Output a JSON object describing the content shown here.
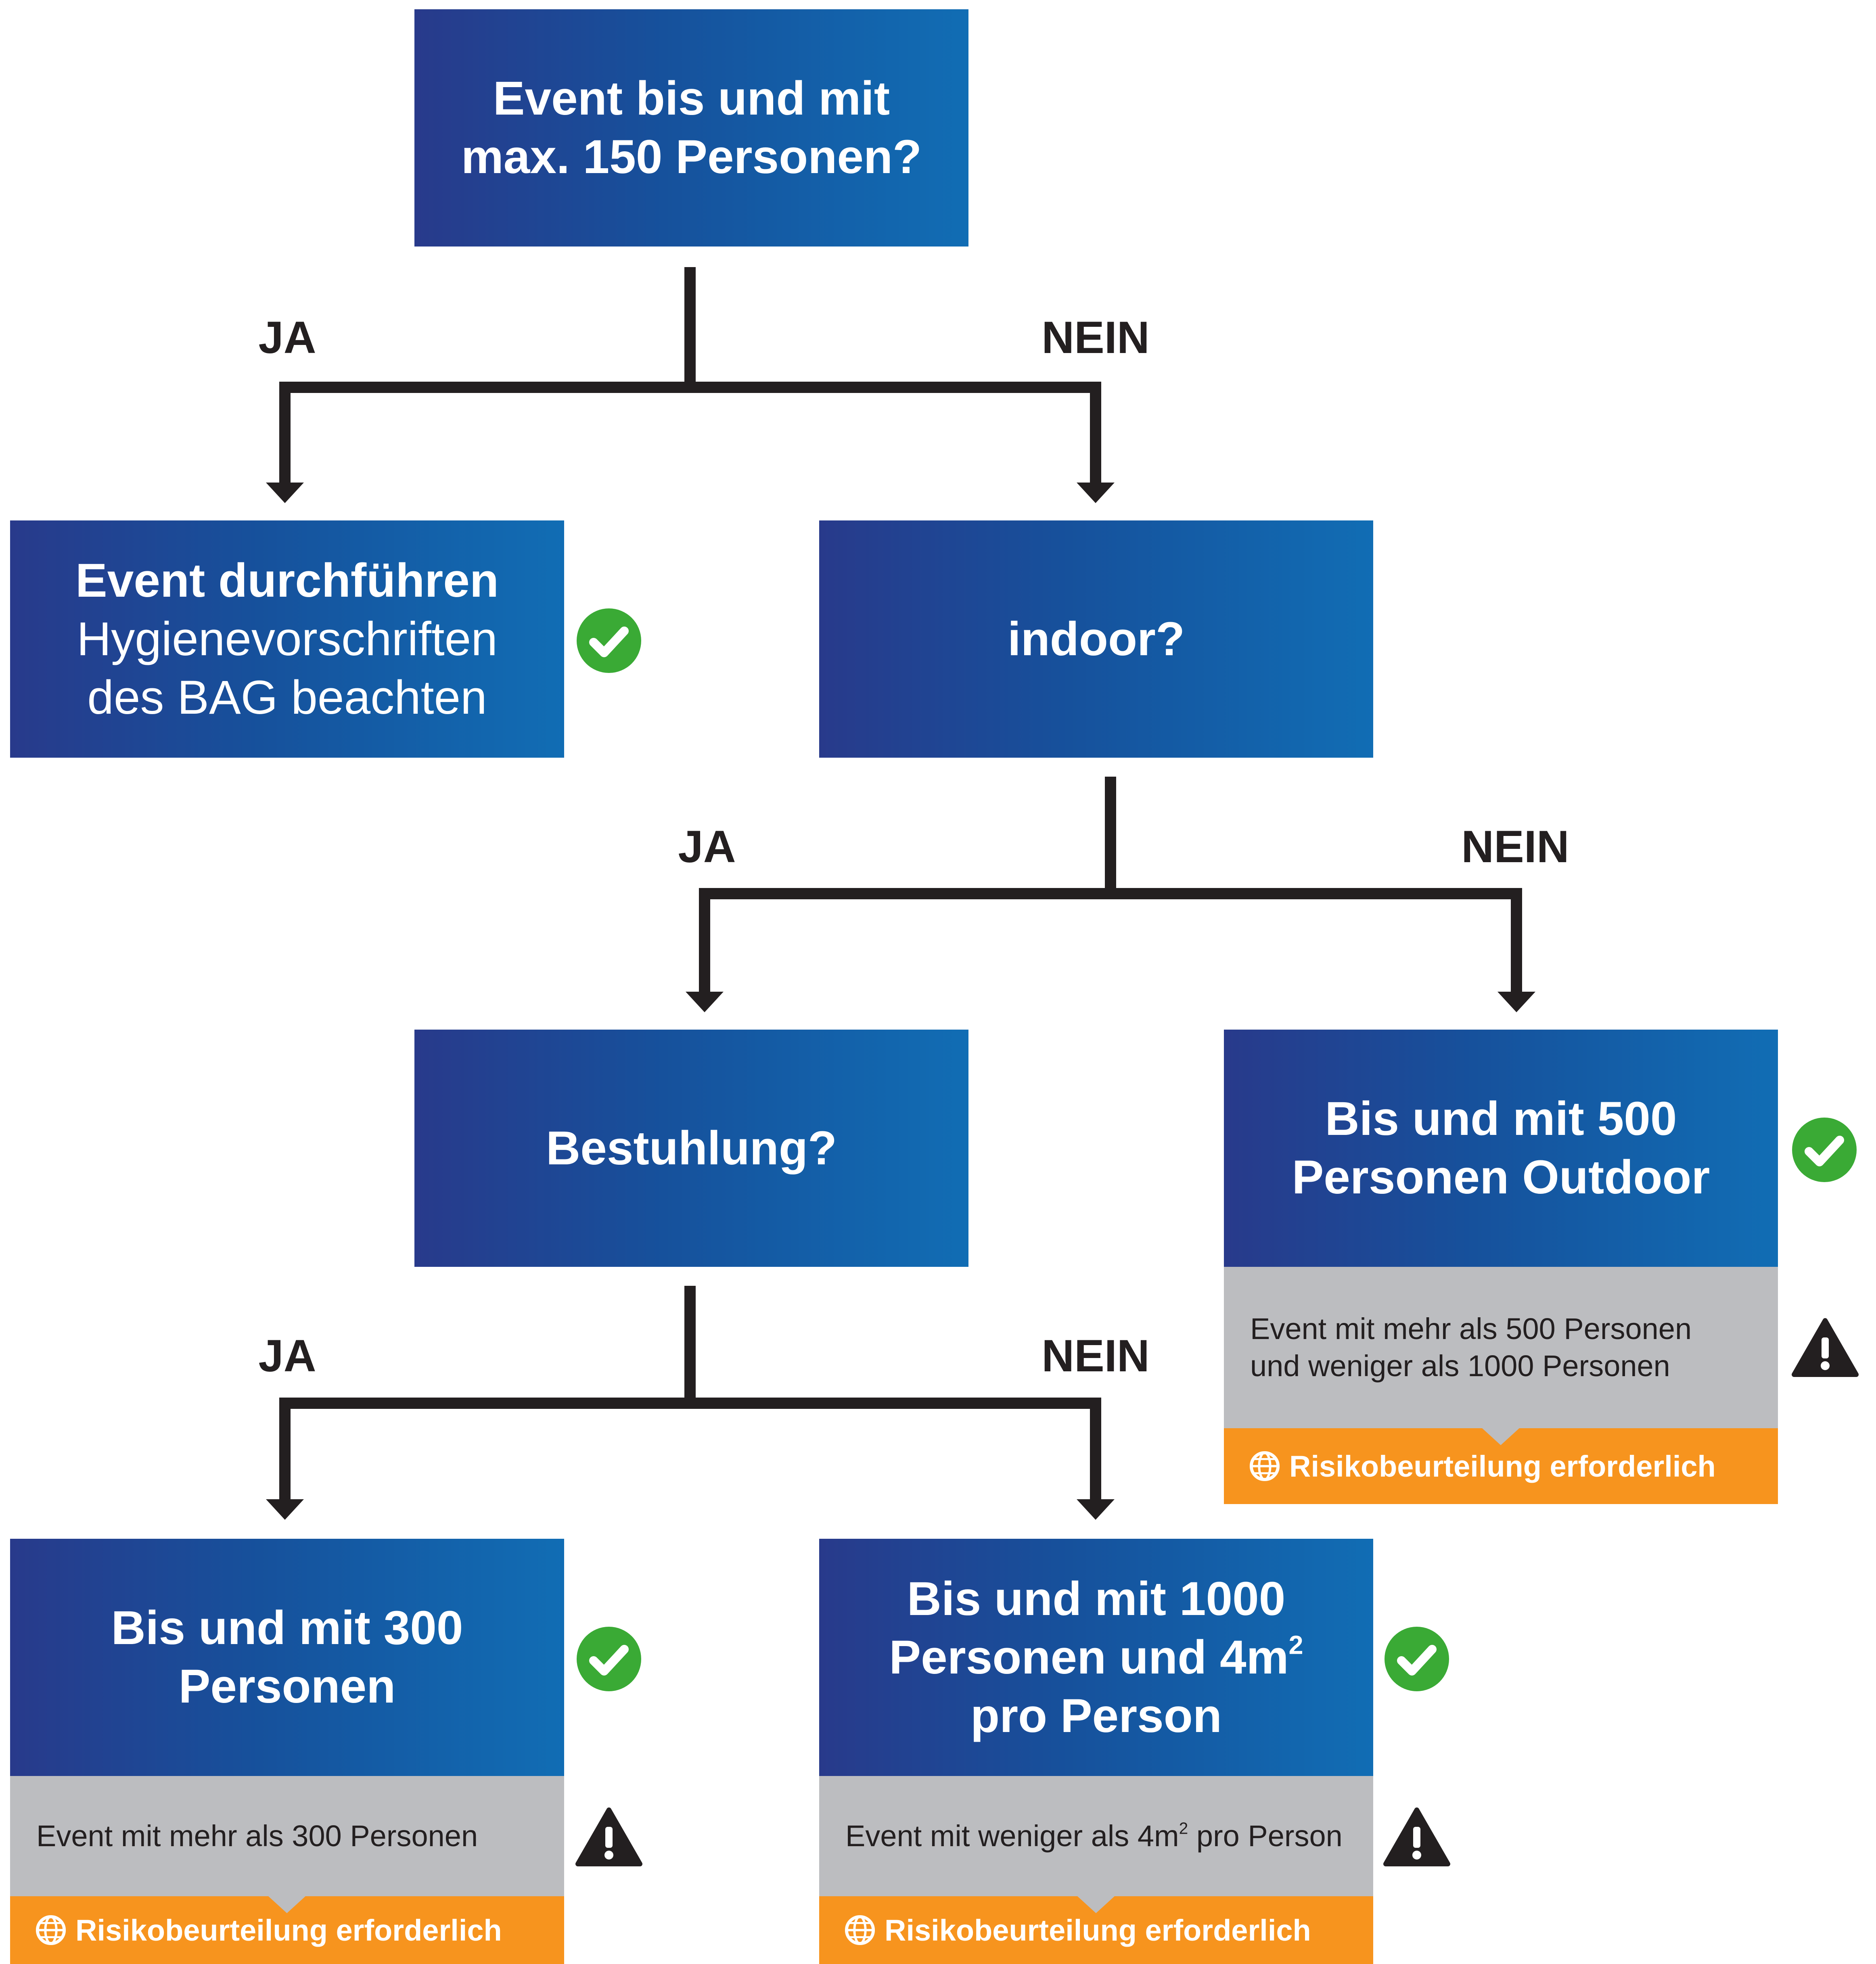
{
  "colors": {
    "box_gradient": [
      "#283a8b",
      "#16519c",
      "#116db4"
    ],
    "connector": "#231f20",
    "note_background": "#bcbdc0",
    "risk_banner": "#f7941e",
    "check": "#3aaa35",
    "warning": "#231f20"
  },
  "q1": {
    "line1": "Event bis und mit",
    "line2": "max. 150 Personen?"
  },
  "q1_branches": {
    "yes": "JA",
    "no": "NEIN"
  },
  "result_small": {
    "title": "Event durchführen",
    "line2": "Hygienevorschriften",
    "line3": "des BAG beachten",
    "icon": "check-circle-icon"
  },
  "q2": {
    "text": "indoor?"
  },
  "q2_branches": {
    "yes": "JA",
    "no": "NEIN"
  },
  "q3": {
    "text": "Bestuhlung?"
  },
  "q3_branches": {
    "yes": "JA",
    "no": "NEIN"
  },
  "outdoor": {
    "line1": "Bis und mit 500",
    "line2": "Personen Outdoor",
    "icon": "check-circle-icon",
    "note_line1": "Event mit mehr als 500 Personen",
    "note_line2": "und weniger als 1000 Personen",
    "note_icon": "warning-icon",
    "risk": "Risikobeurteilung erforderlich",
    "risk_icon": "globe-icon"
  },
  "seated": {
    "line1": "Bis und mit 300",
    "line2": "Personen",
    "icon": "check-circle-icon",
    "note": "Event mit mehr als 300 Personen",
    "note_icon": "warning-icon",
    "risk": "Risikobeurteilung erforderlich",
    "risk_icon": "globe-icon"
  },
  "standing": {
    "line1": "Bis und mit 1000",
    "line2_pre": "Personen und 4m",
    "line2_sup": "2",
    "line3": "pro Person",
    "icon": "check-circle-icon",
    "note_pre": "Event mit weniger als 4m",
    "note_sup": "2",
    "note_post": " pro Person",
    "note_icon": "warning-icon",
    "risk": "Risikobeurteilung erforderlich",
    "risk_icon": "globe-icon"
  }
}
